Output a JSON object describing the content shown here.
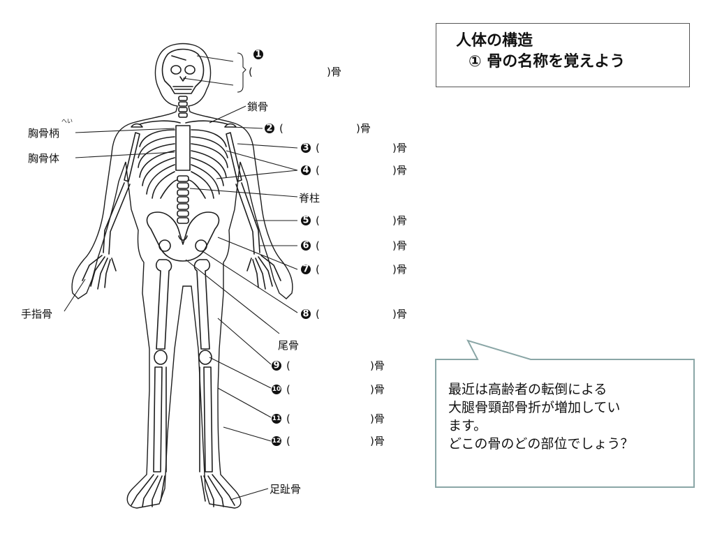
{
  "title": {
    "line1": "人体の構造",
    "line2": "①  骨の名称を覚えよう"
  },
  "labels": {
    "clavicle": "鎖骨",
    "manubrium": "胸骨柄",
    "manubrium_ruby": "へい",
    "sternum_body": "胸骨体",
    "spine": "脊柱",
    "finger_bones": "手指骨",
    "coccyx": "尾骨",
    "toe_bones": "足趾骨"
  },
  "blanks": [
    {
      "num": "1",
      "open": "(",
      "close": ")骨"
    },
    {
      "num": "2",
      "open": "(",
      "close": ")骨"
    },
    {
      "num": "3",
      "open": "(",
      "close": ")骨"
    },
    {
      "num": "4",
      "open": "(",
      "close": ")骨"
    },
    {
      "num": "5",
      "open": "(",
      "close": ")骨"
    },
    {
      "num": "6",
      "open": "(",
      "close": ")骨"
    },
    {
      "num": "7",
      "open": "(",
      "close": ")骨"
    },
    {
      "num": "8",
      "open": "(",
      "close": ")骨"
    },
    {
      "num": "9",
      "open": "(",
      "close": ")骨"
    },
    {
      "num": "10",
      "open": "(",
      "close": ")骨"
    },
    {
      "num": "11",
      "open": "(",
      "close": ")骨"
    },
    {
      "num": "12",
      "open": "(",
      "close": ")骨"
    }
  ],
  "callout": {
    "line1": "最近は高齢者の転倒による",
    "line2": "大腿骨頸部骨折が増加してい",
    "line3": "ます。",
    "line4": "どこの骨のどの部位でしょう？"
  },
  "colors": {
    "callout_border": "#8aa6a6",
    "title_border": "#555555",
    "ink": "#111111"
  }
}
